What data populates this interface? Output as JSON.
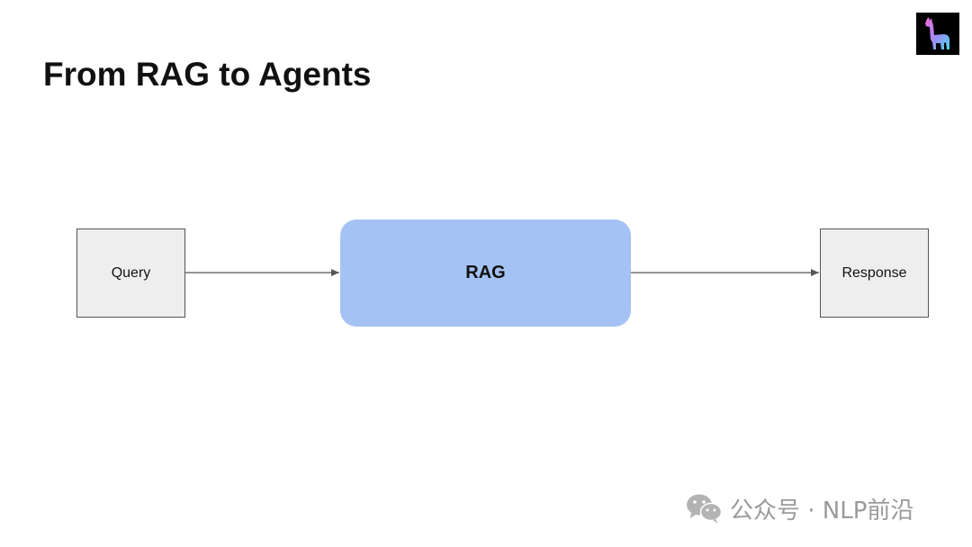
{
  "slide": {
    "title": "From RAG to Agents"
  },
  "logo": {
    "icon": "llama-icon",
    "background": "#000000"
  },
  "diagram": {
    "nodes": {
      "query": {
        "label": "Query",
        "fill": "#eeeeee"
      },
      "rag": {
        "label": "RAG",
        "fill": "#a4c2f4"
      },
      "response": {
        "label": "Response",
        "fill": "#eeeeee"
      }
    },
    "edges": [
      {
        "from": "query",
        "to": "rag"
      },
      {
        "from": "rag",
        "to": "response"
      }
    ]
  },
  "watermark": {
    "icon": "wechat-icon",
    "text": "公众号 · NLP前沿"
  }
}
